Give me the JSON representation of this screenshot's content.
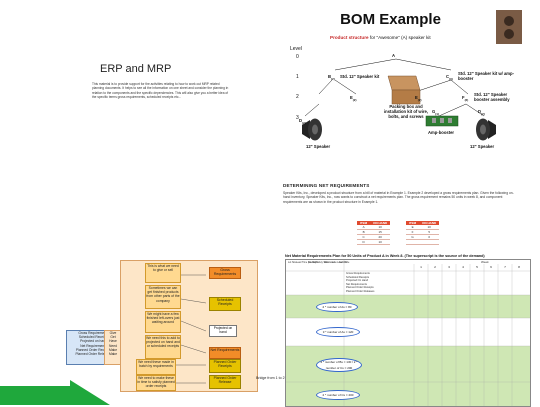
{
  "erp": {
    "title": "ERP and MRP",
    "body": "This material is to provide support for the activities relating to how to work out MRP related planning documents. It helps to see all the information on one sheet and consider the planning in relation to the components and the specific dependencies. This will also give you a better idea of the specific terms gross requirements, scheduled receipts etc..."
  },
  "bom": {
    "title": "BOM Example",
    "subtitle_pre": "Product structure",
    "subtitle_post": " for \"Awesome\" (A) speaker kit",
    "level_label": "Level",
    "levels": [
      "0",
      "1",
      "2",
      "3"
    ],
    "node_a": "A",
    "node_b": "B",
    "node_b_sub": "(2)",
    "node_b_label": "Std. 12\" Speaker kit",
    "node_c": "C",
    "node_c_sub": "(3)",
    "node_c_label": "Std. 12\" Speaker kit w/ amp-booster",
    "node_e1": "E",
    "node_e1_sub": "(2)",
    "node_e2": "E",
    "node_e2_sub": "(2)",
    "node_f": "F",
    "node_f_sub": "(2)",
    "node_f_label": "Std. 12\" Speaker booster assembly",
    "node_d1": "D",
    "node_d1_sub": "(2)",
    "node_d2": "D",
    "node_d2_sub": "(2)",
    "node_g": "G",
    "node_g_sub": "(1)",
    "packing_label": "Packing box and installation kit of wire, bolts, and screws",
    "amp_label": "Amp-booster",
    "speaker_label_left": "12\" Speaker",
    "speaker_label_right": "12\" Speaker"
  },
  "net": {
    "heading": "DETERMINING NET REQUIREMENTS",
    "paragraph": "Speaker Kits, Inc., developed a product structure from a bill of material in Example 1. Example 2 developed a gross requirements plan. Given the following on-hand inventory, Speaker Kits, Inc., now wants to construct a net requirements plan. The gross requirement remains 50 units in week 8, and component requirements are as shown in the product structure in Example 1.",
    "table_headers": [
      "ITEM",
      "ON HAND",
      "ITEM",
      "ON HAND"
    ],
    "table_rows": [
      [
        "A",
        "10",
        "E",
        "10"
      ],
      [
        "B",
        "15",
        "F",
        "5"
      ],
      [
        "C",
        "20",
        "G",
        "0"
      ],
      [
        "D",
        "10",
        "",
        ""
      ]
    ]
  },
  "plan": {
    "title": "Net Material Requirements Plan for 50 Units of Product A in Week 8. (The superscript is the source of the demand)",
    "week_label": "Week",
    "weeks": [
      "1",
      "2",
      "3",
      "4",
      "5",
      "6",
      "7",
      "8"
    ],
    "col_headers": [
      "Lot Size",
      "Lead Time (weeks)",
      "On Hand",
      "Safety Stock",
      "Allo-cated",
      "Low-Level Code",
      "Item ID"
    ],
    "row_labels": [
      "Gross Requirements",
      "Scheduled Receipts",
      "Projected On Hand",
      "Net Requirements",
      "Planned Order Receipts",
      "Planned Order Releases"
    ],
    "ellipse_1": "2 * number of As = 80",
    "ellipse_2": "3 * number of As = 120",
    "ellipse_3": "2 * number of Bs = 130 / 2 * number of Cs = 200",
    "ellipse_4": "2 * number of Cs = 200"
  },
  "flow": {
    "left_list": [
      "Gross Requirements",
      "Scheduled Receipts",
      "Projected on hand",
      "Net Requirements",
      "Planned Order Receipts",
      "Planned Order Releases"
    ],
    "mid_list": [
      "Give",
      "Get",
      "Have",
      "Need",
      "Make",
      "Make"
    ],
    "note_give": "This is what we need to give or sell",
    "note_get": "Sometimes we can get finished products from other parts of the company",
    "note_have": "We might have a few finished left-overs just waiting around",
    "note_need": "We need this to add to projected on hand and or scheduled receipts",
    "note_make1": "We need these made in batch by requirements",
    "note_make2": "We need to make these in time to satisfy planned order receipts",
    "box_gross": "Gross Requirements",
    "box_sched": "Scheduled Receipts",
    "box_proj": "Projected on hand",
    "box_net": "Net Requirements",
    "box_por": "Planned Order Receipts",
    "box_porel": "Planned Order Release",
    "bridge": "Bridge from 1 to 2"
  },
  "colors": {
    "accent_red": "#c62828",
    "table_header": "#e04a2f",
    "flow_panel": "#fde6c8",
    "flow_note": "#ffd990",
    "orange_box": "#f28c28",
    "yellow_box": "#e6c200",
    "list_blue": "#d7e6f7",
    "green_band": "#cfe7b4",
    "green_arrow": "#1fa83c"
  }
}
